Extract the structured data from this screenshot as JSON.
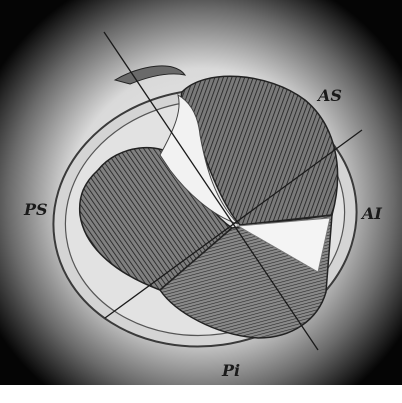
{
  "labels": {
    "as": "AS",
    "ai": "AI",
    "ps": "PS",
    "pi": "Pi"
  },
  "colors": {
    "background": "#ffffff",
    "vignette": "#000000",
    "engraving": "#2b2b2b",
    "paper": "#e6e6e6"
  }
}
